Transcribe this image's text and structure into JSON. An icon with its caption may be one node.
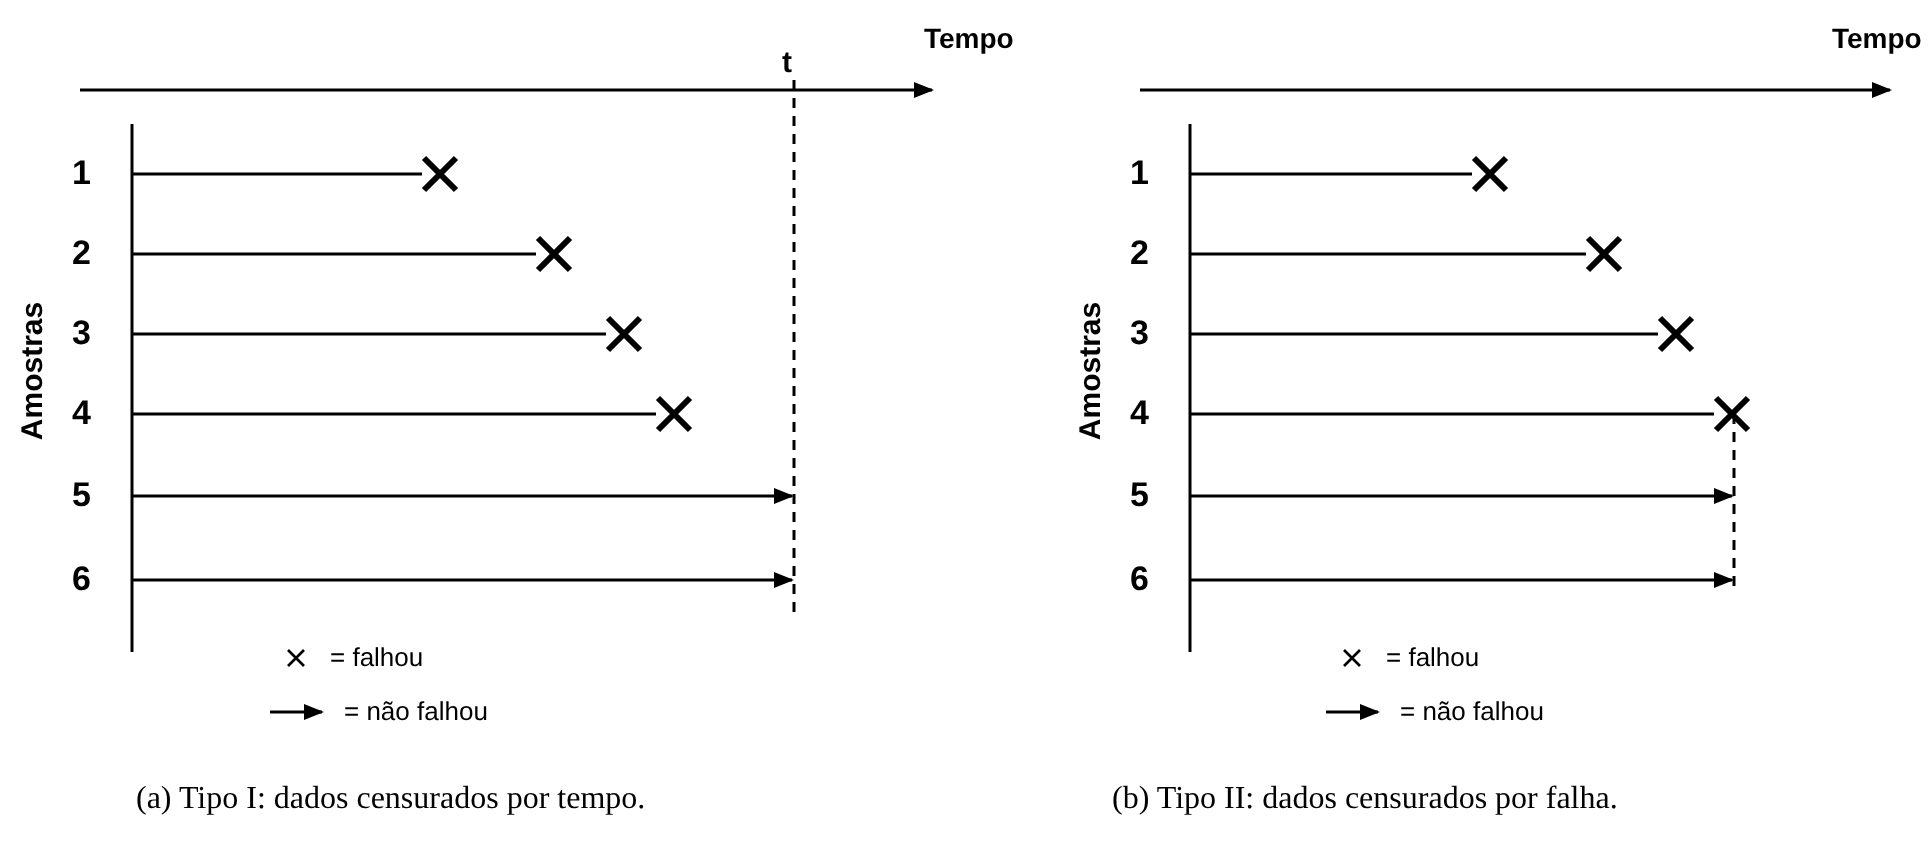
{
  "diagram": {
    "labels": [
      "t",
      "Tempo",
      "1",
      "2",
      "3",
      "4",
      "5",
      "6",
      "Amostras",
      "(a) Tipo I: dados censurados por tempo.",
      "Tempo",
      "1",
      "2",
      "3",
      "4",
      "5",
      "6",
      "Amostras",
      "(b) Tipo II: dados censurados por falha."
    ],
    "legend": [
      {
        "text": "= falhou"
      },
      {
        "text": "= não falhou"
      },
      {
        "text": "= falhou"
      },
      {
        "text": "= não falhou"
      }
    ]
  }
}
